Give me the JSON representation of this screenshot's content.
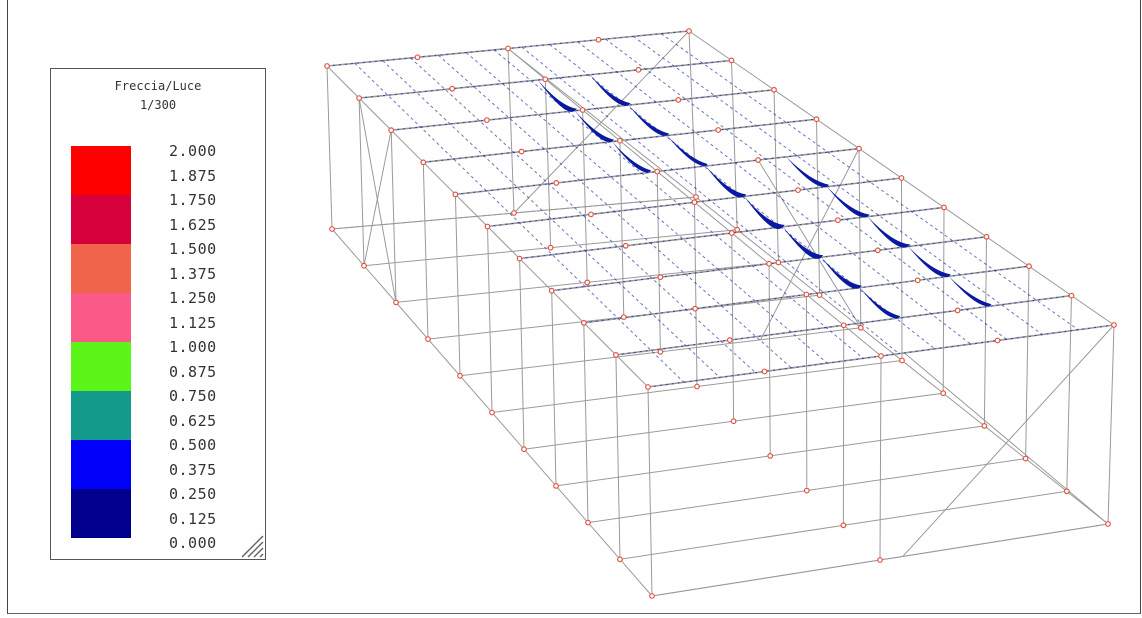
{
  "legend": {
    "title": "Freccia/Luce",
    "subtitle": "1/300",
    "swatch_colors": [
      "#ff0000",
      "#d6003c",
      "#f0644b",
      "#fb5a88",
      "#5cf51a",
      "#12998a",
      "#0000fb",
      "#00008c"
    ],
    "values": [
      "2.000",
      "1.875",
      "1.750",
      "1.625",
      "1.500",
      "1.375",
      "1.250",
      "1.125",
      "1.000",
      "0.875",
      "0.750",
      "0.625",
      "0.500",
      "0.375",
      "0.250",
      "0.125",
      "0.000"
    ]
  },
  "model": {
    "frame_color": "#9a9a9a",
    "node_color": "#e0553f",
    "deflection_color": "#0a1aa0"
  }
}
